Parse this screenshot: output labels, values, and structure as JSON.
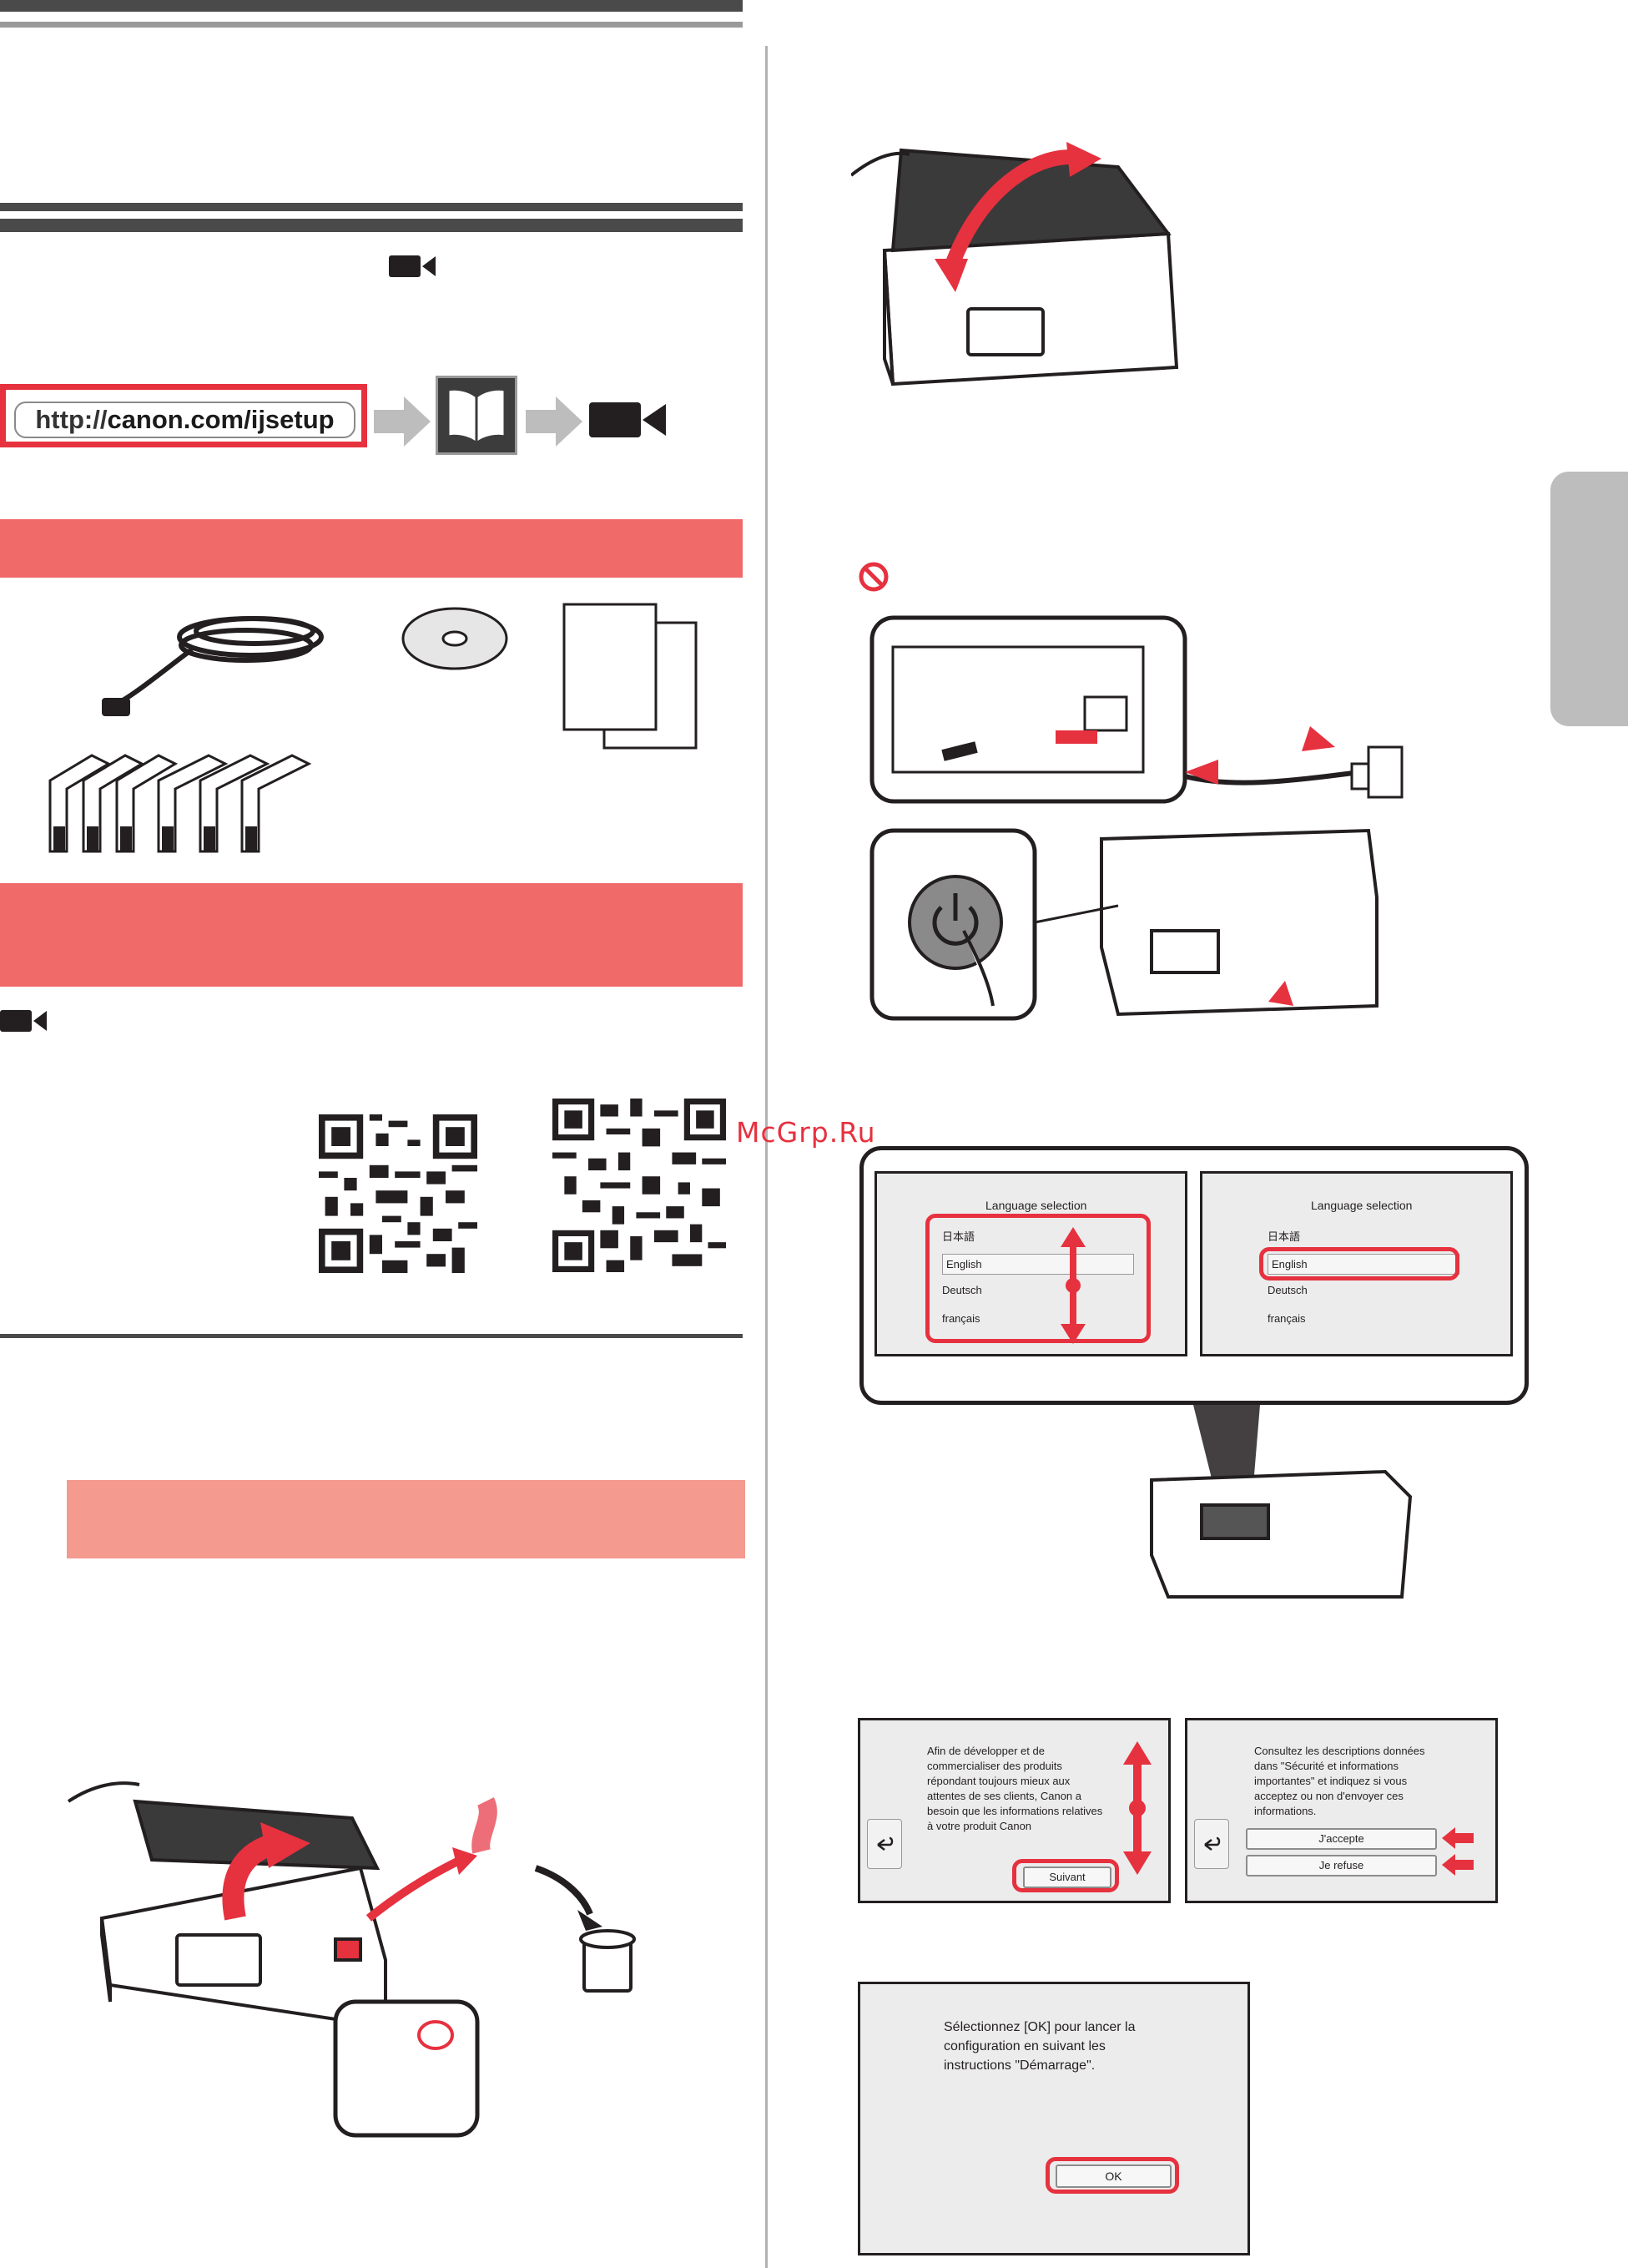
{
  "header": {
    "url_prefix": "http://",
    "url_host": "canon.com/ijsetup"
  },
  "watermark": "McGrp.Ru",
  "language_screen": {
    "title": "Language selection",
    "options": [
      "日本語",
      "English",
      "Deutsch",
      "français"
    ]
  },
  "agreement_screen_1": {
    "text": "Afin de développer et de commercialiser des produits répondant toujours mieux aux attentes de ses clients, Canon a besoin que les informations relatives à votre produit Canon",
    "button": "Suivant"
  },
  "agreement_screen_2": {
    "text": "Consultez les descriptions données dans \"Sécurité et informations importantes\" et indiquez si vous acceptez ou non d'envoyer ces informations.",
    "accept_button": "J'accepte",
    "refuse_button": "Je refuse"
  },
  "ok_screen": {
    "text": "Sélectionnez [OK] pour lancer la configuration en suivant les instructions \"Démarrage\".",
    "button": "OK"
  },
  "icons": {
    "video": "video-camera-icon",
    "manual": "open-book-icon",
    "prohibited": "prohibited-icon",
    "power": "power-icon",
    "back": "back-arrow-icon"
  },
  "colors": {
    "accent_red": "#e6313f",
    "band_pink": "#f06a6a",
    "band_pink_light": "#f49a8e"
  }
}
